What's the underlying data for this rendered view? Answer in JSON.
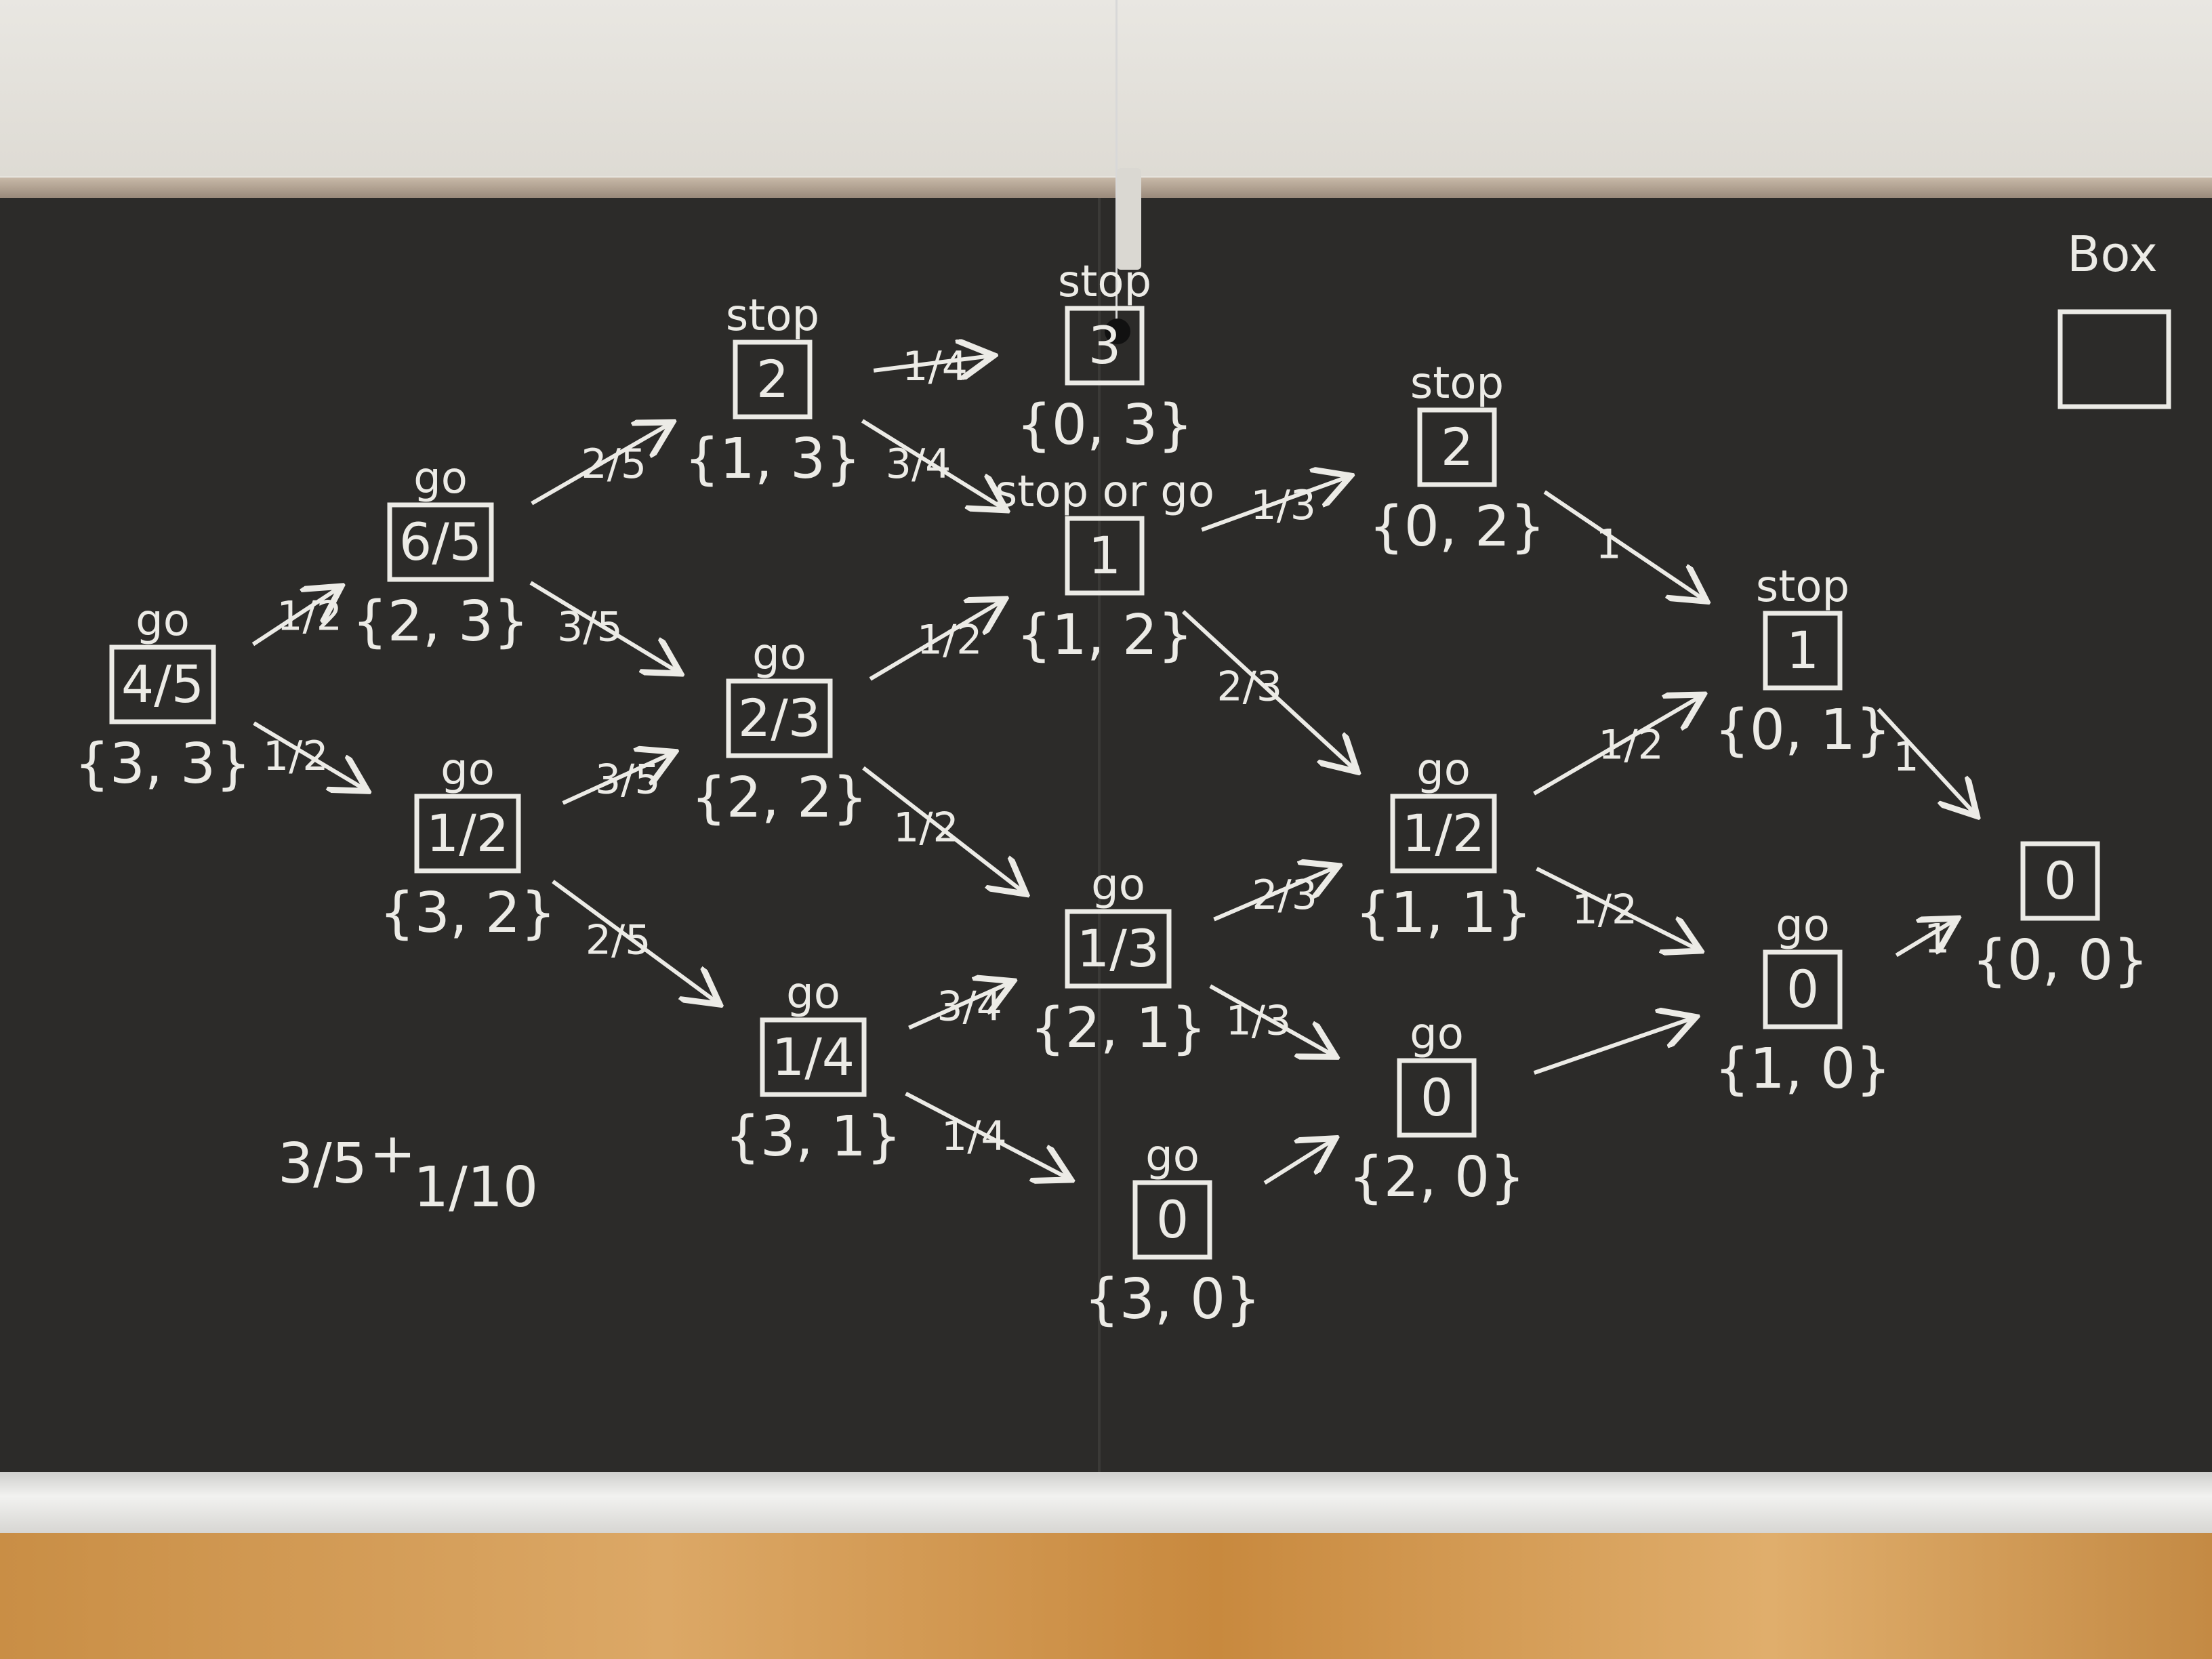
{
  "nodes": [
    {
      "id": "n33",
      "label": "go",
      "value": "4/5",
      "set": "{3, 3}"
    },
    {
      "id": "n23",
      "label": "go",
      "value": "6/5",
      "set": "{2, 3}"
    },
    {
      "id": "n32",
      "label": "go",
      "value": "1/2",
      "set": "{3, 2}"
    },
    {
      "id": "n13",
      "label": "stop",
      "value": "2",
      "set": "{1, 3}"
    },
    {
      "id": "n22",
      "label": "go",
      "value": "2/3",
      "set": "{2, 2}"
    },
    {
      "id": "n31",
      "label": "go",
      "value": "1/4",
      "set": "{3, 1}"
    },
    {
      "id": "n03",
      "label": "stop",
      "value": "3",
      "set": "{0, 3}"
    },
    {
      "id": "n12",
      "label": "stop or go",
      "value": "1",
      "set": "{1, 2}"
    },
    {
      "id": "n21",
      "label": "go",
      "value": "1/3",
      "set": "{2, 1}"
    },
    {
      "id": "n30",
      "label": "go",
      "value": "0",
      "set": "{3, 0}"
    },
    {
      "id": "n02",
      "label": "stop",
      "value": "2",
      "set": "{0, 2}"
    },
    {
      "id": "n11",
      "label": "go",
      "value": "1/2",
      "set": "{1, 1}"
    },
    {
      "id": "n20",
      "label": "go",
      "value": "0",
      "set": "{2, 0}"
    },
    {
      "id": "n01",
      "label": "stop",
      "value": "1",
      "set": "{0, 1}"
    },
    {
      "id": "n10",
      "label": "go",
      "value": "0",
      "set": "{1, 0}"
    },
    {
      "id": "n00",
      "label": "",
      "value": "0",
      "set": "{0, 0}"
    }
  ],
  "edges": [
    {
      "from": "n33",
      "to": "n23",
      "p": "1/2"
    },
    {
      "from": "n33",
      "to": "n32",
      "p": "1/2"
    },
    {
      "from": "n23",
      "to": "n13",
      "p": "2/5"
    },
    {
      "from": "n23",
      "to": "n22",
      "p": "3/5"
    },
    {
      "from": "n32",
      "to": "n22",
      "p": "3/5"
    },
    {
      "from": "n32",
      "to": "n31",
      "p": "2/5"
    },
    {
      "from": "n13",
      "to": "n03",
      "p": "1/4"
    },
    {
      "from": "n13",
      "to": "n12",
      "p": "3/4"
    },
    {
      "from": "n22",
      "to": "n12",
      "p": "1/2"
    },
    {
      "from": "n22",
      "to": "n21",
      "p": "1/2"
    },
    {
      "from": "n31",
      "to": "n21",
      "p": "3/4"
    },
    {
      "from": "n31",
      "to": "n30",
      "p": "1/4"
    },
    {
      "from": "n12",
      "to": "n02",
      "p": "1/3"
    },
    {
      "from": "n12",
      "to": "n11",
      "p": "2/3"
    },
    {
      "from": "n21",
      "to": "n11",
      "p": "2/3"
    },
    {
      "from": "n21",
      "to": "n20",
      "p": "1/3"
    },
    {
      "from": "n30",
      "to": "n20",
      "p": ""
    },
    {
      "from": "n02",
      "to": "n01",
      "p": "1"
    },
    {
      "from": "n11",
      "to": "n01",
      "p": "1/2"
    },
    {
      "from": "n11",
      "to": "n10",
      "p": "1/2"
    },
    {
      "from": "n20",
      "to": "n10",
      "p": ""
    },
    {
      "from": "n01",
      "to": "n00",
      "p": "1"
    },
    {
      "from": "n10",
      "to": "n00",
      "p": "1"
    }
  ],
  "corner": {
    "text": "Box"
  },
  "side_calc": {
    "a": "3/5",
    "plus": "+",
    "b": "1/10"
  },
  "colors": {
    "board": "#2c2b29",
    "chalk": "#ecebe6",
    "wood": "#d39a55"
  }
}
